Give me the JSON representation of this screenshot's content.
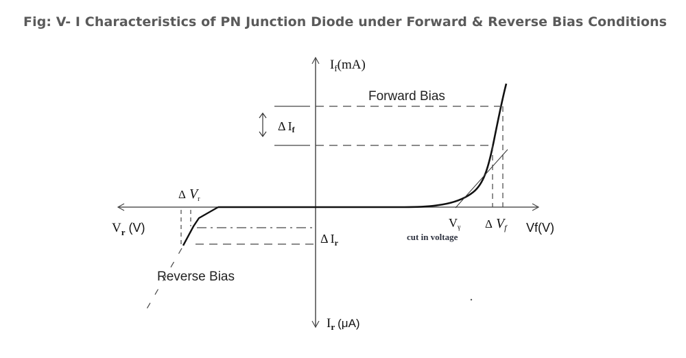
{
  "title": "Fig: V- I Characteristics of PN Junction Diode under Forward & Reverse Bias Conditions",
  "axes": {
    "forward_current": {
      "main": "I",
      "sub": "f",
      "unit": "(mA)"
    },
    "reverse_current": {
      "main": "I",
      "sub": "r",
      "unit": "(μA)"
    },
    "reverse_voltage": {
      "main": "V",
      "sub": "r",
      "unit": "(V)"
    },
    "forward_voltage": "Vf(V)"
  },
  "labels": {
    "forward_bias": "Forward Bias",
    "reverse_bias": "Reverse Bias",
    "delta_if": {
      "delta": "Δ",
      "main": "I",
      "sub": "f"
    },
    "delta_ir": {
      "delta": "Δ",
      "main": "I",
      "sub": "r"
    },
    "delta_vr": {
      "delta": "Δ",
      "main": "V",
      "sub": "r"
    },
    "delta_vf": {
      "delta": "Δ",
      "main": "V",
      "sub": "f"
    },
    "v_gamma": {
      "main": "V",
      "sub": "γ"
    },
    "cut_in": "cut in voltage"
  }
}
